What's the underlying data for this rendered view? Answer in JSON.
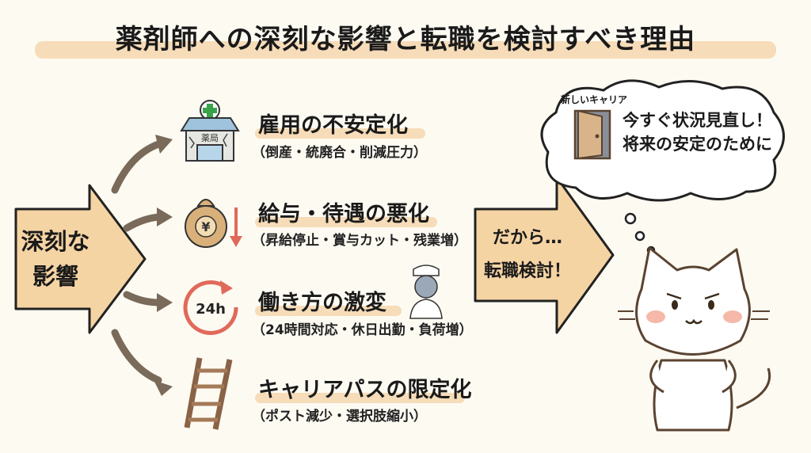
{
  "title": "薬剤師への深刻な影響と転職を検討すべき理由",
  "source": {
    "line1": "深刻な",
    "line2": "影響"
  },
  "items": [
    {
      "heading": "雇用の不安定化",
      "detail": "（倒産・統廃合・削減圧力）",
      "icon": "pharmacy-building-icon",
      "icon_label": "薬局"
    },
    {
      "heading": "給与・待遇の悪化",
      "detail": "（昇給停止・賞与カット・残業増）",
      "icon": "money-bag-icon",
      "icon_label": "¥"
    },
    {
      "heading": "働き方の激変",
      "detail": "（24時間対応・休日出勤・負荷増）",
      "icon": "clock-24h-icon",
      "icon_label": "24h"
    },
    {
      "heading": "キャリアパスの限定化",
      "detail": "（ポスト減少・選択肢縮小）",
      "icon": "broken-ladder-icon"
    }
  ],
  "conclusion": {
    "line1": "だから…",
    "line2": "転職検討！"
  },
  "thought": {
    "door_label": "新しいキャリア",
    "line1": "今すぐ状況見直し！",
    "line2": "将来の安定のために"
  },
  "colors": {
    "accent": "#f6dcb8",
    "arrow": "#f5d4a4",
    "curve": "#7a6a5a",
    "down": "#e06a5a"
  }
}
